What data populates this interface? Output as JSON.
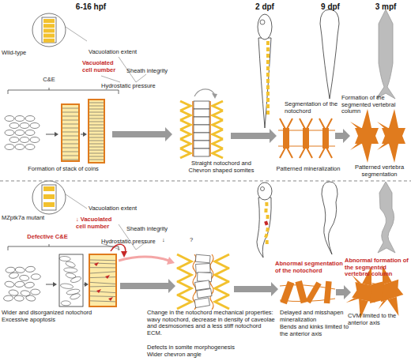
{
  "diagram": {
    "labels": [
      "6-16 hpf",
      "2 dpf",
      "9 dpf",
      "3 mpf",
      "Wild-type",
      "Vacuolation extent",
      "Vacuolated cell number",
      "Sheath integrity",
      "C&E",
      "Hydrostatic pressure",
      "Formation of stack of coins",
      "Straight notochord and Chevron shaped somites",
      "Segmentation of the notochord",
      "Patterned mineralization",
      "Formation of the segmented vertebral column",
      "Patterned vertebra segmentation",
      "MZptk7a mutant",
      "Vacuolation extent",
      "↓ Vacuolated cell number",
      "Sheath integrity",
      "Hydrostatic pressure",
      "↓",
      "?",
      "Defective C&E",
      "Abnormal segmentation of the notochord",
      "Abnormal formation of the segmented vertebral column",
      "Wider and disorganized notochord",
      "Excessive apoptosis",
      "Change in the notochord mechanical properties: wavy notochord, decrease in density of caveolae and desmosomes and a less stiff notochord ECM.",
      "Defects in somite morphogenesis",
      "Wider chevron angle",
      "Delayed and misshapen mineralization",
      "Bends and kinks limited to the anterior axis",
      "CVM limited to the anterior axis"
    ]
  }
}
